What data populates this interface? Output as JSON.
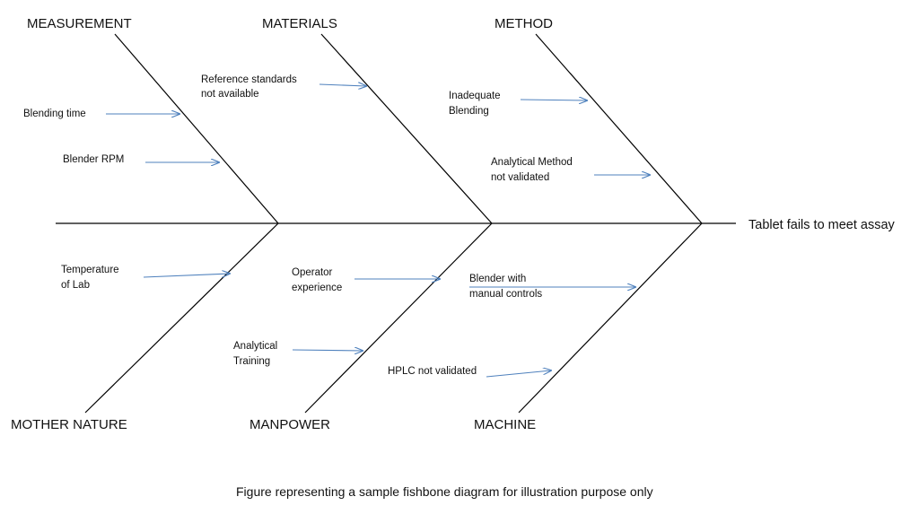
{
  "effect": "Tablet fails to meet assay",
  "caption": "Figure representing a sample fishbone diagram for illustration purpose only",
  "colors": {
    "bones": "#000000",
    "arrows": "#4f81bd",
    "text": "#111111",
    "background": "#ffffff"
  },
  "categories": {
    "measurement": {
      "label": "MEASUREMENT",
      "causes": [
        [
          "Blending time"
        ],
        [
          "Blender RPM"
        ]
      ]
    },
    "materials": {
      "label": "MATERIALS",
      "causes": [
        [
          "Reference standards",
          "not available"
        ]
      ]
    },
    "method": {
      "label": "METHOD",
      "causes": [
        [
          "Inadequate",
          "Blending"
        ],
        [
          "Analytical Method",
          "not validated"
        ]
      ]
    },
    "mother_nature": {
      "label": "MOTHER NATURE",
      "causes": [
        [
          "Temperature",
          "of Lab"
        ]
      ]
    },
    "manpower": {
      "label": "MANPOWER",
      "causes": [
        [
          "Operator",
          "experience"
        ],
        [
          "Analytical",
          "Training"
        ]
      ]
    },
    "machine": {
      "label": "MACHINE",
      "causes": [
        [
          "Blender with",
          "manual controls"
        ],
        [
          "HPLC not validated"
        ]
      ]
    }
  }
}
